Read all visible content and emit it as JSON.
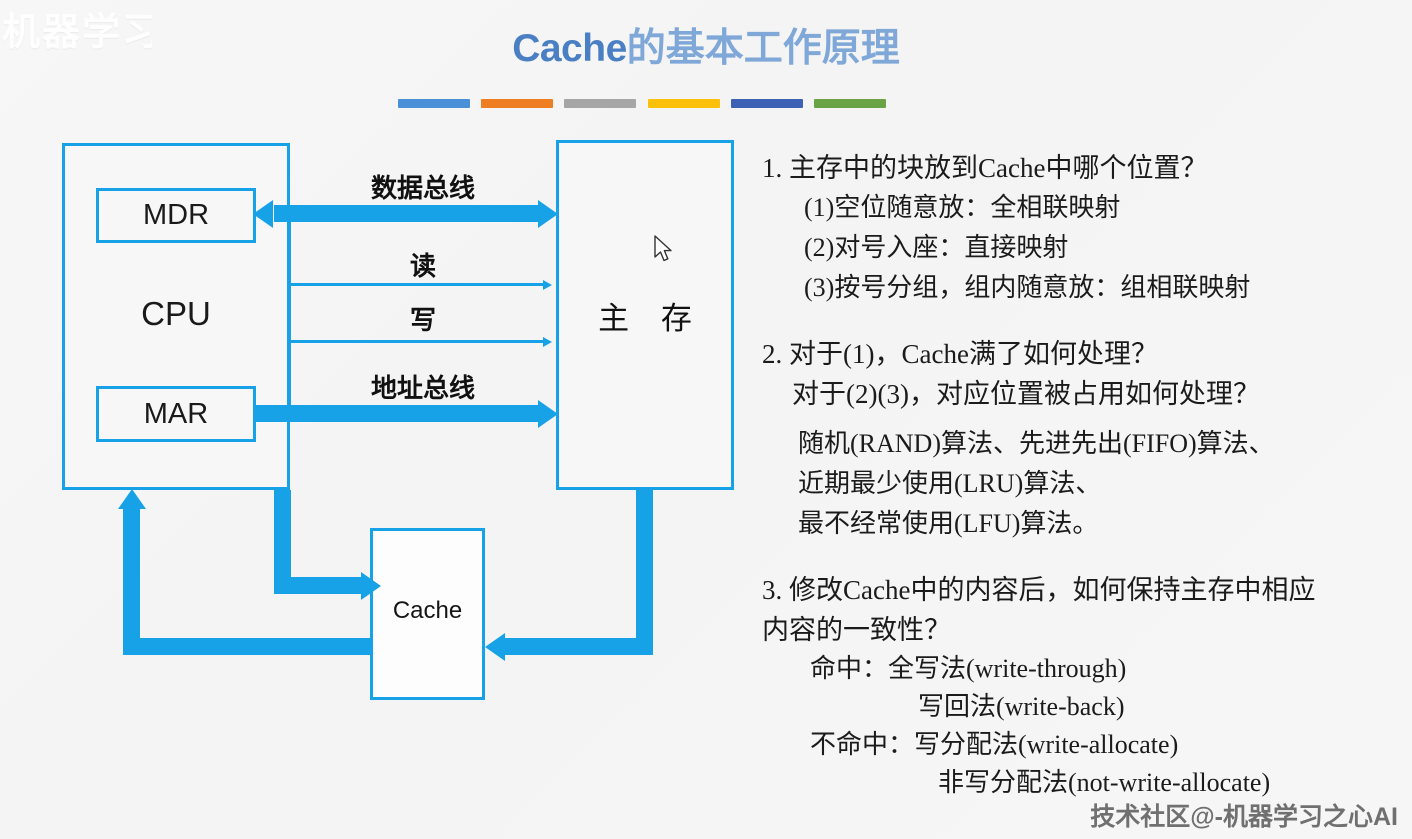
{
  "slide": {
    "title_en": "Cache",
    "title_cn": "的基本工作原理",
    "accent_bars": [
      "#4a90d9",
      "#ef7d22",
      "#a6a6a6",
      "#fbc10a",
      "#3d62b5",
      "#6aa346"
    ],
    "title_color_en": "#4a7fc4",
    "title_color_cn": "#7fa8d8",
    "diagram_color": "#17a2e8",
    "background": "#f6f6f6"
  },
  "watermarks": {
    "top_left": "机器学习",
    "bottom_right": "技术社区@-机器学习之心AI"
  },
  "diagram": {
    "cpu_label": "CPU",
    "mdr_label": "MDR",
    "mar_label": "MAR",
    "memory_label": "主 存",
    "cache_label": "Cache",
    "bus_data": "数据总线",
    "bus_read": "读",
    "bus_write": "写",
    "bus_address": "地址总线"
  },
  "notes": [
    {
      "number": "1.",
      "question": "主存中的块放到Cache中哪个位置？",
      "items": [
        "(1)空位随意放：全相联映射",
        "(2)对号入座：直接映射",
        "(3)按号分组，组内随意放：组相联映射"
      ]
    },
    {
      "number": "2.",
      "question": "对于(1)，Cache满了如何处理？",
      "question2": "对于(2)(3)，对应位置被占用如何处理？",
      "items": [
        "随机(RAND)算法、先进先出(FIFO)算法、",
        "近期最少使用(LRU)算法、",
        "最不经常使用(LFU)算法。"
      ]
    },
    {
      "number": "3.",
      "question": "修改Cache中的内容后，如何保持主存中相应",
      "question2": "内容的一致性？",
      "items": [
        "命中：全写法(write-through)",
        "写回法(write-back)",
        "不命中：写分配法(write-allocate)",
        "非写分配法(not-write-allocate)"
      ]
    }
  ]
}
